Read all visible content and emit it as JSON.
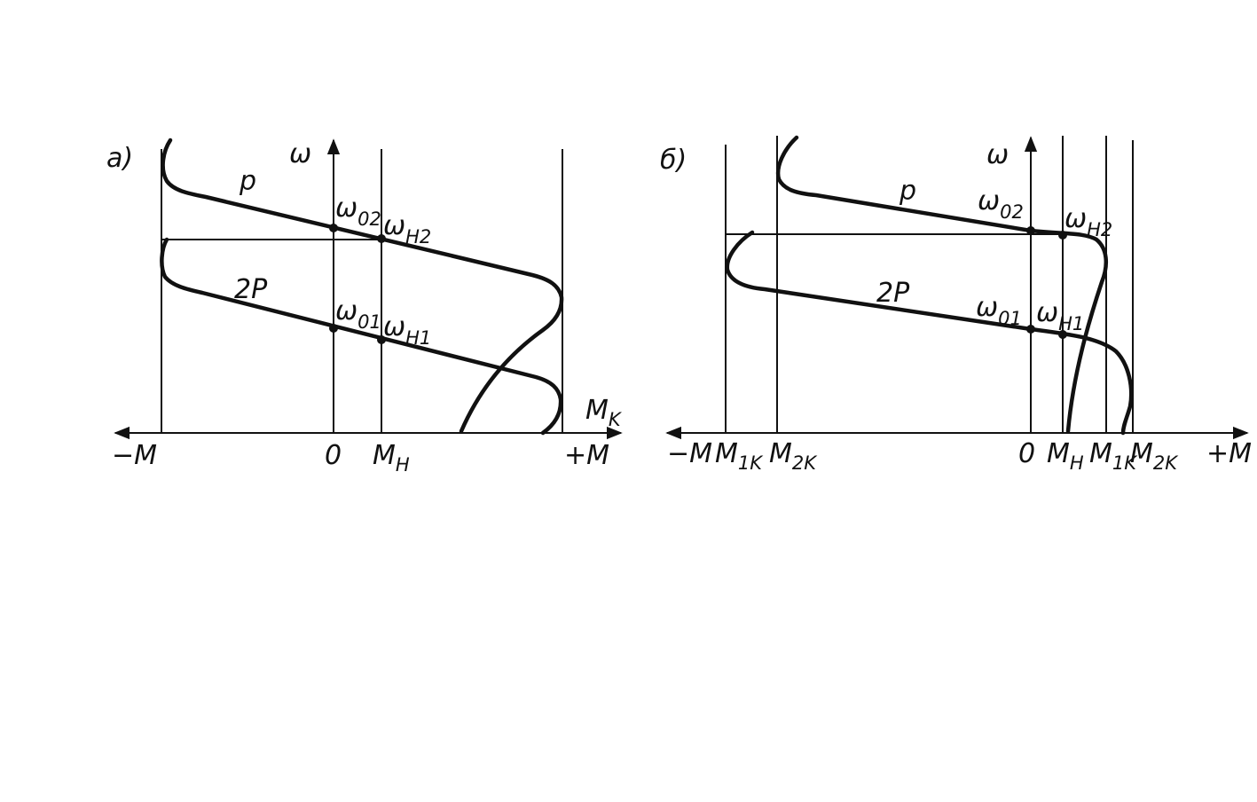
{
  "panel_a": {
    "tag": "а)",
    "omega_axis": "ω",
    "curve_p": "p",
    "curve_2p": "2P",
    "omega_02": {
      "main": "ω",
      "sub": "02"
    },
    "omega_h2": {
      "main": "ω",
      "sub": "H2"
    },
    "omega_01": {
      "main": "ω",
      "sub": "01"
    },
    "omega_h1": {
      "main": "ω",
      "sub": "H1"
    },
    "mk": {
      "main": "M",
      "sub": "K"
    },
    "minus_m": "−M",
    "zero": "0",
    "mh": {
      "main": "M",
      "sub": "H"
    },
    "plus_m": "+M"
  },
  "panel_b": {
    "tag": "б)",
    "omega_axis": "ω",
    "curve_p": "p",
    "curve_2p": "2P",
    "omega_02": {
      "main": "ω",
      "sub": "02"
    },
    "omega_h2": {
      "main": "ω",
      "sub": "H2"
    },
    "omega_01": {
      "main": "ω",
      "sub": "01"
    },
    "omega_h1": {
      "main": "ω",
      "sub": "H1"
    },
    "minus_m": "−M",
    "m1k_left": {
      "main": "M",
      "sub": "1K"
    },
    "m2k_left": {
      "main": "M",
      "sub": "2K"
    },
    "zero": "0",
    "mh": {
      "main": "M",
      "sub": "H"
    },
    "m1k_right": {
      "main": "M",
      "sub": "1K"
    },
    "m2k_right": {
      "main": "M",
      "sub": "2K"
    },
    "plus_m": "+M"
  }
}
